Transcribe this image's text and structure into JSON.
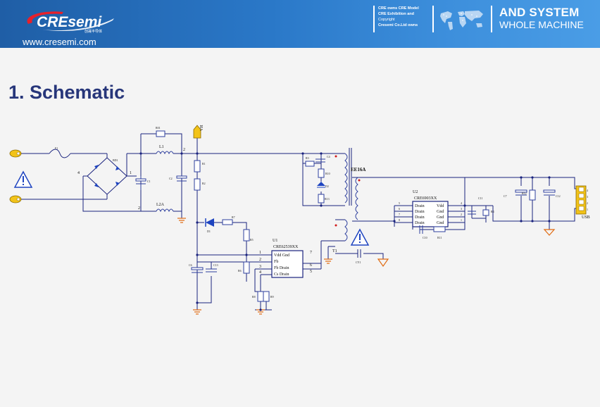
{
  "header": {
    "logo_text": "CREsemi",
    "logo_sub": "创晟半导体",
    "site_url": "www.cresemi.com",
    "notice_lines": [
      "CRE owns CRE Model",
      "CRE Exhibition and",
      "Copyright",
      "Cresemi Co.Ltd owns"
    ],
    "tagline_line1": "AND SYSTEM",
    "tagline_line2": "WHOLE MACHINE"
  },
  "page": {
    "title": "1. Schematic"
  },
  "colors": {
    "header_blue": "#2a78c8",
    "title_navy": "#27367a",
    "wire_blue": "#1a237e",
    "component_blue": "#2e3f9e",
    "diode_blue": "#1e44c0",
    "terminal_yellow": "#f2c318",
    "ground_orange": "#e06a10",
    "dot_red": "#d11a1a"
  },
  "schematic": {
    "labels": {
      "r01": "R01",
      "l1": "L1",
      "l2a": "L2A",
      "bd1": "BD1",
      "c1": "C1",
      "c2": "C2",
      "f1": "F1",
      "r1": "R1",
      "r2": "R2",
      "r3": "R3",
      "r5": "R5",
      "r6": "R6",
      "r7": "R7",
      "r8": "R8",
      "r9": "R9",
      "r10": "R10",
      "r11": "R11",
      "r12": "R12",
      "r13": "R13",
      "r4": "R4",
      "c4": "C4",
      "c5": "C5",
      "c6": "C6",
      "c7": "C7",
      "c9": "C9",
      "c10": "C10",
      "c11": "C11",
      "c12": "C12",
      "c13": "C13",
      "cy1": "CY1",
      "d1": "D1",
      "d2": "D2",
      "vh": "VH",
      "ee16a": "EE16A",
      "t1": "T1",
      "u1": "U1",
      "u1_part": "CRE62539XX",
      "u1_pins": [
        "Vdd  Gnd",
        "Fb",
        "Fb Drain",
        "Cs  Drain"
      ],
      "u2": "U2",
      "u2_part": "CRE6903XX",
      "u2_pins_left": [
        "Drain",
        "Drain",
        "Drain",
        "Drain"
      ],
      "u2_pins_right": [
        "Vdd",
        "Gnd",
        "Gnd",
        "Gnd"
      ],
      "usb": "USB",
      "pin_1": "1",
      "pin_2": "2",
      "pin_3": "3",
      "pin_4": "4",
      "pin_5": "5",
      "pin_6": "6",
      "pin_7": "7",
      "pin_8": "8"
    }
  }
}
